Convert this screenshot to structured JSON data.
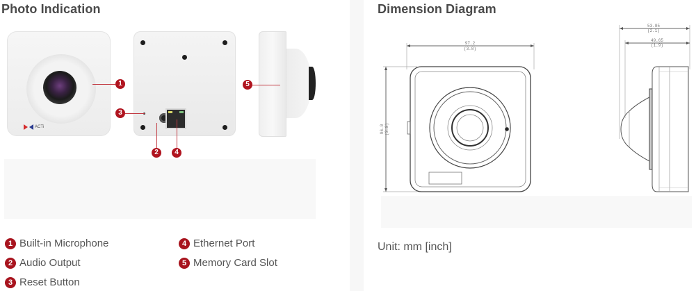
{
  "photo_section": {
    "title": "Photo Indication",
    "brand_logo_text": "ACTi",
    "callouts": [
      "1",
      "2",
      "3",
      "4",
      "5"
    ],
    "legend": [
      {
        "num": "1",
        "label": "Built-in Microphone"
      },
      {
        "num": "2",
        "label": "Audio Output"
      },
      {
        "num": "3",
        "label": "Reset Button"
      },
      {
        "num": "4",
        "label": "Ethernet Port"
      },
      {
        "num": "5",
        "label": "Memory Card Slot"
      }
    ],
    "callout_color": "#b0141f"
  },
  "dimension_section": {
    "title": "Dimension Diagram",
    "front_width": {
      "mm": "97.2",
      "inch": "(3.8)"
    },
    "front_height": {
      "mm": "96.0",
      "inch": "(3.8)"
    },
    "side_total_depth": {
      "mm": "53.85",
      "inch": "(2.1)"
    },
    "side_body_depth": {
      "mm": "49.65",
      "inch": "(1.9)"
    },
    "unit_label": "Unit: mm [inch]"
  }
}
